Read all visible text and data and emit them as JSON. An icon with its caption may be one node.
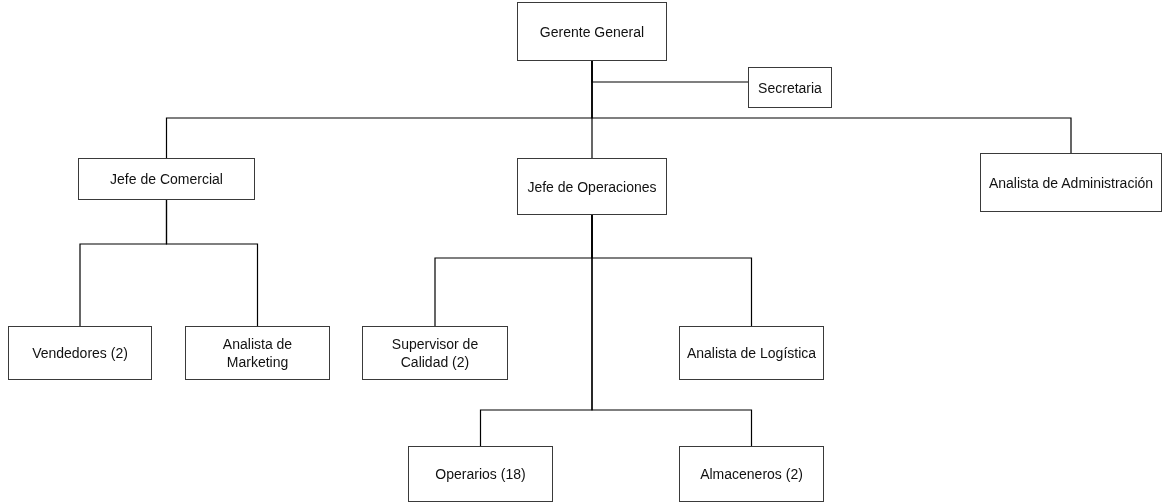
{
  "diagram": {
    "nodes": [
      {
        "text": [
          "Gerente General"
        ]
      },
      {
        "text": [
          "Secretaria"
        ]
      },
      {
        "text": [
          "Jefe de Comercial"
        ]
      },
      {
        "text": [
          "Jefe de Operaciones"
        ]
      },
      {
        "text": [
          "Analista de Administración"
        ]
      },
      {
        "text": [
          "Vendedores (2)"
        ]
      },
      {
        "text": [
          "Analista de Marketing"
        ]
      },
      {
        "text": [
          "Supervisor de Calidad (2)"
        ]
      },
      {
        "text": [
          "Analista de Logística"
        ]
      },
      {
        "text": [
          "Operarios (18)"
        ]
      },
      {
        "text": [
          "Almaceneros (2)"
        ]
      }
    ],
    "edges": [
      {
        "from": 0,
        "to": 1,
        "arrow": "none"
      },
      {
        "from": 0,
        "to": 2,
        "arrow": "none"
      },
      {
        "from": 0,
        "to": 3,
        "arrow": "none"
      },
      {
        "from": 0,
        "to": 4,
        "arrow": "none"
      },
      {
        "from": 2,
        "to": 5,
        "arrow": "none"
      },
      {
        "from": 2,
        "to": 6,
        "arrow": "none"
      },
      {
        "from": 3,
        "to": 7,
        "arrow": "none"
      },
      {
        "from": 3,
        "to": 8,
        "arrow": "none"
      },
      {
        "from": 3,
        "to": 9,
        "arrow": "none"
      },
      {
        "from": 3,
        "to": 10,
        "arrow": "none"
      }
    ]
  }
}
